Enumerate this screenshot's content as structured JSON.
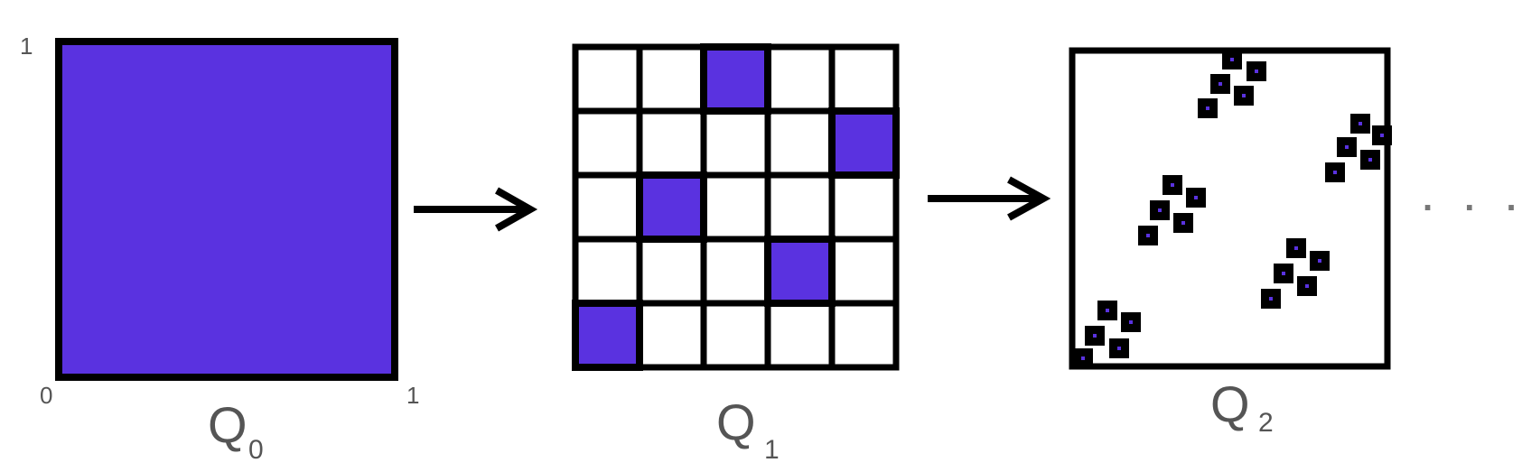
{
  "colors": {
    "fill": "#5a32e0",
    "stroke": "#000000",
    "text": "#555555",
    "background": "#ffffff"
  },
  "q0": {
    "name": "Q",
    "subscript": "0",
    "tick_top_left": "1",
    "tick_bottom_left": "0",
    "tick_bottom_right": "1"
  },
  "q1": {
    "name": "Q",
    "subscript": "1",
    "grid_size": 5,
    "filled_cells": [
      [
        0,
        2
      ],
      [
        1,
        4
      ],
      [
        2,
        1
      ],
      [
        3,
        3
      ],
      [
        4,
        0
      ]
    ]
  },
  "q2": {
    "name": "Q",
    "subscript": "2"
  },
  "ellipsis": ". . ."
}
